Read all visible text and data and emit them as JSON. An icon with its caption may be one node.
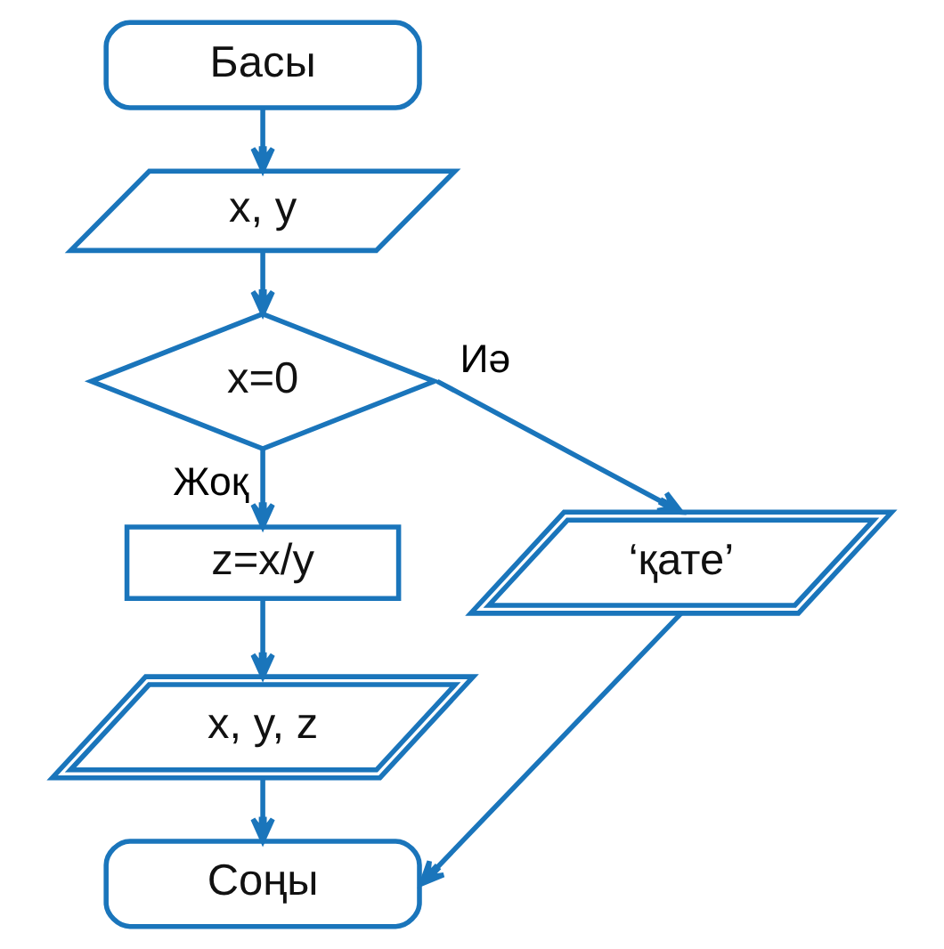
{
  "diagram": {
    "nodes": [
      {
        "text": [
          "Басы"
        ]
      },
      {
        "text": [
          "x, y"
        ]
      },
      {
        "text": [
          "x=0"
        ]
      },
      {
        "text": [
          "z=x/y"
        ]
      },
      {
        "text": [
          "‘қате’"
        ]
      },
      {
        "text": [
          "x, y, z"
        ]
      },
      {
        "text": [
          "Соңы"
        ]
      }
    ],
    "edges": [
      {
        "from": 0,
        "to": 1,
        "arrow": "to"
      },
      {
        "from": 1,
        "to": 2,
        "arrow": "to"
      },
      {
        "from": 2,
        "to": 4,
        "arrow": "to",
        "label": "Иә"
      },
      {
        "from": 2,
        "to": 3,
        "arrow": "to",
        "label": "Жоқ"
      },
      {
        "from": 3,
        "to": 5,
        "arrow": "to"
      },
      {
        "from": 5,
        "to": 6,
        "arrow": "to"
      },
      {
        "from": 4,
        "to": 6,
        "arrow": "to"
      }
    ]
  }
}
